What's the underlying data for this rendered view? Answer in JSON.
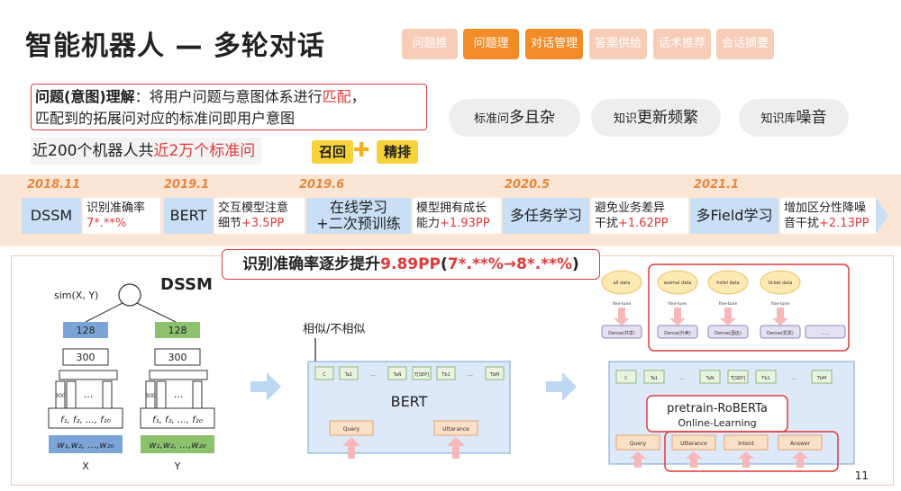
{
  "title": "智能机器人 — 多轮对话",
  "tabs": [
    {
      "label": "问题推荐",
      "active": false
    },
    {
      "label": "问题理解",
      "active": true
    },
    {
      "label": "对话管理",
      "active": true
    },
    {
      "label": "答案供给",
      "active": false
    },
    {
      "label": "话术推荐",
      "active": false
    },
    {
      "label": "会话摘要",
      "active": false
    }
  ],
  "callout": {
    "keyword": "问题(意图)理解",
    "text1": "：将用户问题与意图体系进行",
    "highlight": "匹配",
    "text2": "，",
    "line2": "匹配到的拓展问对应的标准问即用户意图"
  },
  "summary": {
    "prefix": "近200个机器人共",
    "highlight": "近2万个标准问"
  },
  "pipeline": {
    "recall": "召回",
    "rank": "精排"
  },
  "clouds": [
    {
      "small": "标准问",
      "big": "多且杂"
    },
    {
      "small": "知识",
      "big": "更新频繁"
    },
    {
      "small": "知识库",
      "big": "噪音"
    }
  ],
  "timeline": [
    {
      "year": "2018.11",
      "model": "DSSM",
      "desc1": "识别准确率",
      "desc2": "7*.**%"
    },
    {
      "year": "2019.1",
      "model": "BERT",
      "desc1": "交互模型注意",
      "desc2": "细节",
      "gain": "+3.5PP"
    },
    {
      "year": "2019.6",
      "model1": "在线学习",
      "model2": "+二次预训练",
      "desc1": "模型拥有成长",
      "desc2": "能力",
      "gain": "+1.93PP"
    },
    {
      "year": "2020.5",
      "model": "多任务学习",
      "desc1": "避免业务差异",
      "desc2": "干扰",
      "gain": "+1.62PP"
    },
    {
      "year": "2021.1",
      "model": "多Field学习",
      "desc1": "增加区分性降噪",
      "desc2": "音干扰",
      "gain": "+2.13PP"
    }
  ],
  "banner": {
    "prefix": "识别准确率逐步提升",
    "value": "9.89PP",
    "open": "(",
    "detail": "7*.**%→8*.**%",
    "close": ")"
  },
  "dssm": {
    "label": "DSSM",
    "sim": "sim(X, Y)",
    "top": "128",
    "mid": "300",
    "conv": "300",
    "dots": "...",
    "features": "f₁, f₂, …, f₂₀",
    "words": "w₁,w₂, …,w₂₀",
    "x": "X",
    "y": "Y"
  },
  "bert": {
    "label": "BERT",
    "output": "相似/不相似",
    "tokens": [
      "C",
      "Ta1",
      "...",
      "TaN",
      "T[SEP]",
      "Tb1",
      "...",
      "TbM"
    ],
    "inputs": [
      "Query",
      "Utterance"
    ]
  },
  "roberta": {
    "title": "pretrain-RoBERTa",
    "subtitle": "Online-Learning",
    "clouds": [
      "all data",
      "waimai data",
      "hotel data",
      "ticket data"
    ],
    "finetune": "fine-tune",
    "dense": [
      "Dense(共享)",
      "Dense(外卖)",
      "Dense(酒店)",
      "Dense(机票)",
      "......"
    ],
    "tokens": [
      "C",
      "Ta1",
      "...",
      "TaN",
      "T[SEP]",
      "Tb1",
      "...",
      "TbM"
    ],
    "inputs": [
      "Query",
      "Utterance",
      "Intent",
      "Answer"
    ]
  },
  "page_number": "11"
}
